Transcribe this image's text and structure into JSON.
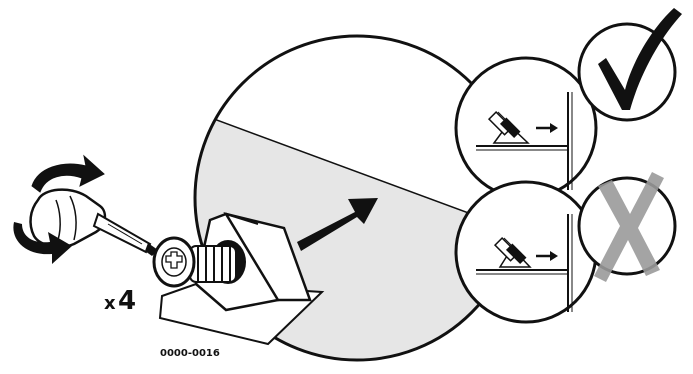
{
  "quantity": {
    "prefix": "x",
    "number": "4"
  },
  "part_code": "0000-0016",
  "colors": {
    "ink": "#111111",
    "zoom_fill": "#e6e6e6",
    "cross_mark": "#9a9a9a",
    "paper": "#ffffff"
  },
  "icons": {
    "tool": "screwdriver-rotating-icon",
    "direction": "push-arrow-icon",
    "correct": "checkmark-icon",
    "incorrect": "cross-icon"
  }
}
